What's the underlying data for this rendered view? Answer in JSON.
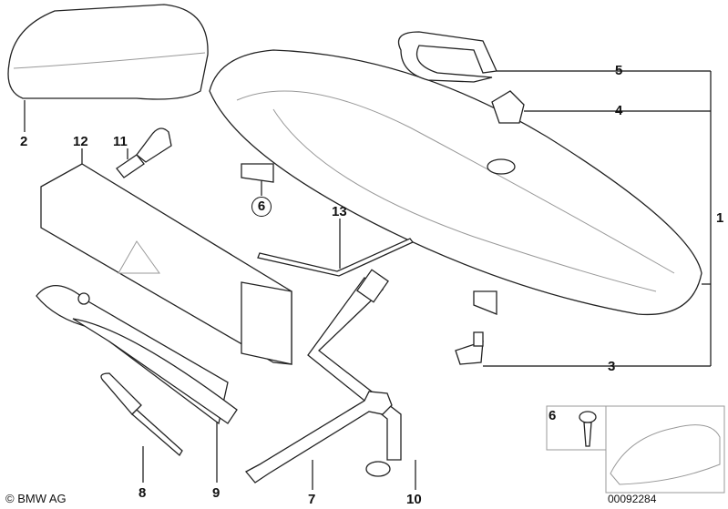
{
  "labels": {
    "p1": "1",
    "p2": "2",
    "p3": "3",
    "p4": "4",
    "p5": "5",
    "p6_circled": "6",
    "p6_box": "6",
    "p7": "7",
    "p8": "8",
    "p9": "9",
    "p10": "10",
    "p11": "11",
    "p12": "12",
    "p13": "13"
  },
  "copyright": "© BMW AG",
  "diagram_number": "00092284"
}
